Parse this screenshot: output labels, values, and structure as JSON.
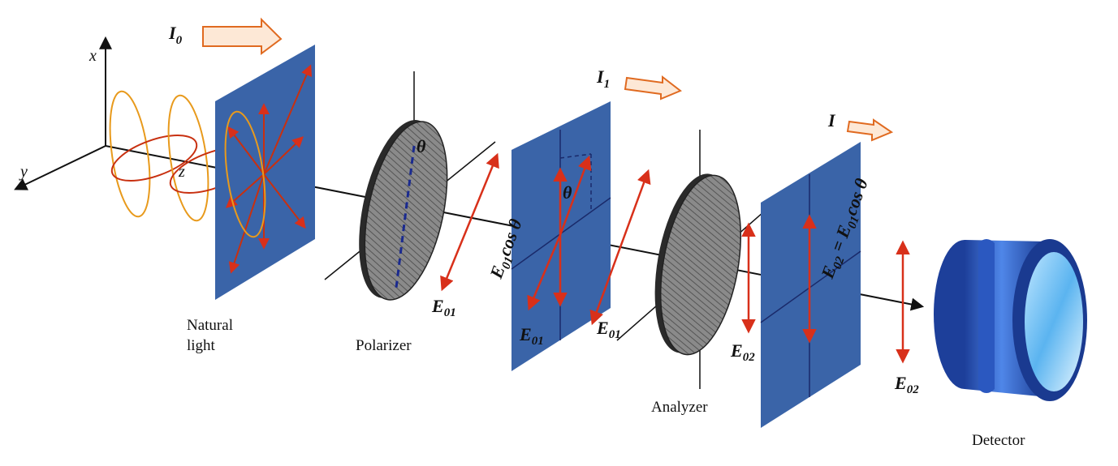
{
  "labels": {
    "natural_1": "Natural",
    "natural_2": "light",
    "polarizer": "Polarizer",
    "analyzer": "Analyzer",
    "detector": "Detector"
  },
  "axes": {
    "x": "x",
    "y": "y",
    "z": "z"
  },
  "intensity": {
    "i0_main": "I",
    "i0_sub": "0",
    "i1_main": "I",
    "i1_sub": "1",
    "i_main": "I"
  },
  "field": {
    "e01_a_main": "E",
    "e01_a_sub": "01",
    "e01_b_main": "E",
    "e01_b_sub": "01",
    "e01_c_main": "E",
    "e01_c_sub": "01",
    "e02_a_main": "E",
    "e02_a_sub": "02",
    "e02_b_main": "E",
    "e02_b_sub": "02",
    "e01cos_main": "E",
    "e01cos_sub": "01",
    "e01cos_rest": "cos θ",
    "eq_main": "E",
    "eq_sub": "02",
    "eq_mid": " = E",
    "eq_sub2": "01",
    "eq_rest": "cos θ"
  },
  "angles": {
    "theta_1": "θ",
    "theta_2": "θ"
  },
  "colors": {
    "panel": "#3a64a8",
    "arrow": "#d8301a",
    "wave_orange": "#e89a1c",
    "wave_red": "#c83010",
    "disc": "#7a7a7a",
    "detector": "#2a5cc8"
  }
}
